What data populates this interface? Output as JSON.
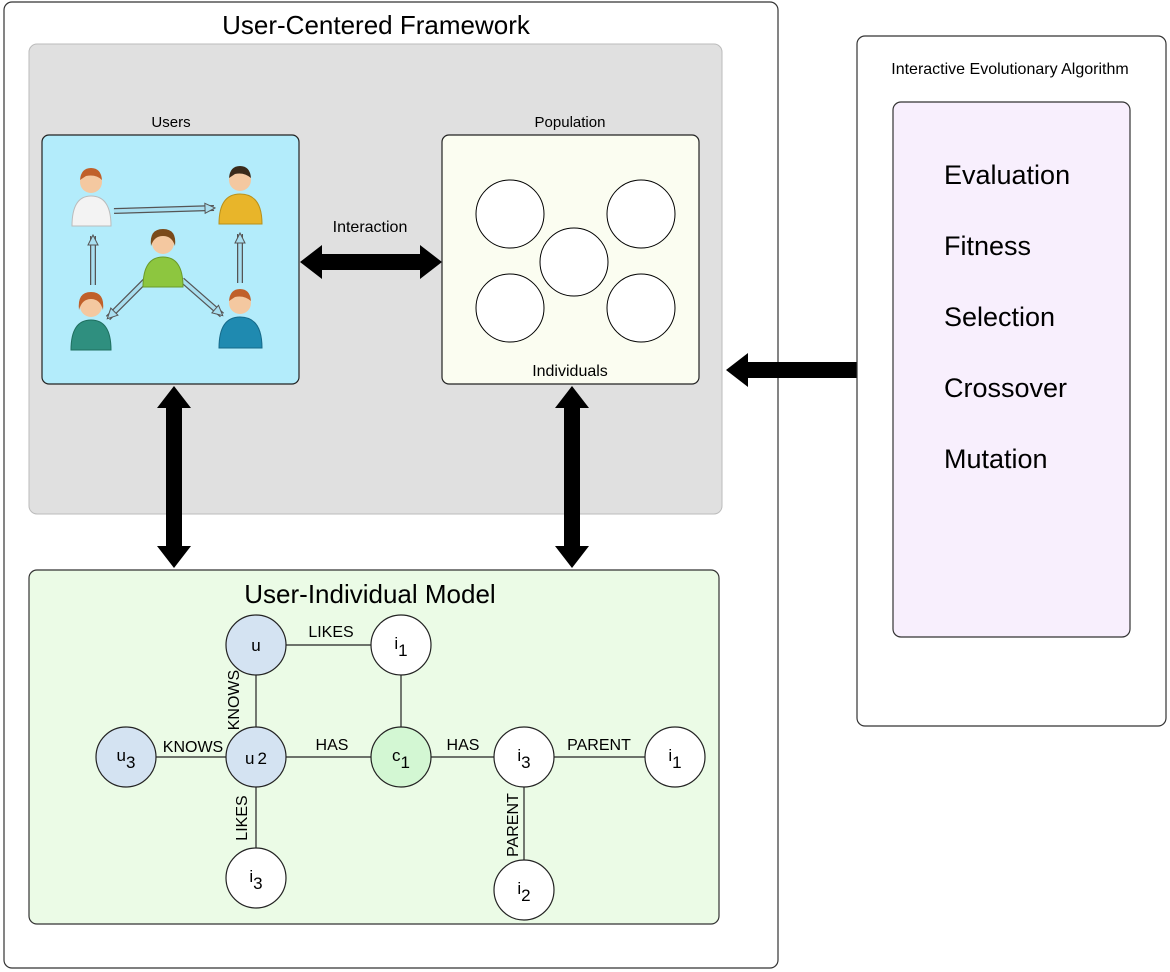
{
  "framework": {
    "title": "User-Centered Framework"
  },
  "users": {
    "label": "Users"
  },
  "interaction": {
    "label": "Interaction"
  },
  "population": {
    "label": "Population",
    "individuals_label": "Individuals"
  },
  "iea": {
    "title": "Interactive Evolutionary Algorithm",
    "steps": [
      "Evaluation",
      "Fitness",
      "Selection",
      "Crossover",
      "Mutation"
    ]
  },
  "model": {
    "title": "User-Individual Model",
    "nodes": {
      "u": {
        "base": "u",
        "sub": ""
      },
      "i1_top": {
        "base": "i",
        "sub": "1"
      },
      "u3": {
        "base": "u",
        "sub": "3"
      },
      "u2": {
        "base": "u",
        "sub": "2"
      },
      "c1": {
        "base": "c",
        "sub": "1"
      },
      "i3_mid": {
        "base": "i",
        "sub": "3"
      },
      "i1_right": {
        "base": "i",
        "sub": "1"
      },
      "i3_bottom": {
        "base": "i",
        "sub": "3"
      },
      "i2": {
        "base": "i",
        "sub": "2"
      }
    },
    "edges": {
      "u_i1": "LIKES",
      "u_u2": "KNOWS",
      "u3_u2": "KNOWS",
      "u2_c1": "HAS",
      "c1_i3": "HAS",
      "i3_i1": "PARENT",
      "u2_i3": "LIKES",
      "i3_i2": "PARENT"
    }
  },
  "colors": {
    "framework_bg": "#e0e0e0",
    "users_bg": "#b3ecfb",
    "population_bg": "#fbfdf1",
    "iea_bg": "#f8effd",
    "model_bg": "#ebfbe6",
    "user_node": "#d4e3f2",
    "class_node": "#d3f7d3"
  }
}
